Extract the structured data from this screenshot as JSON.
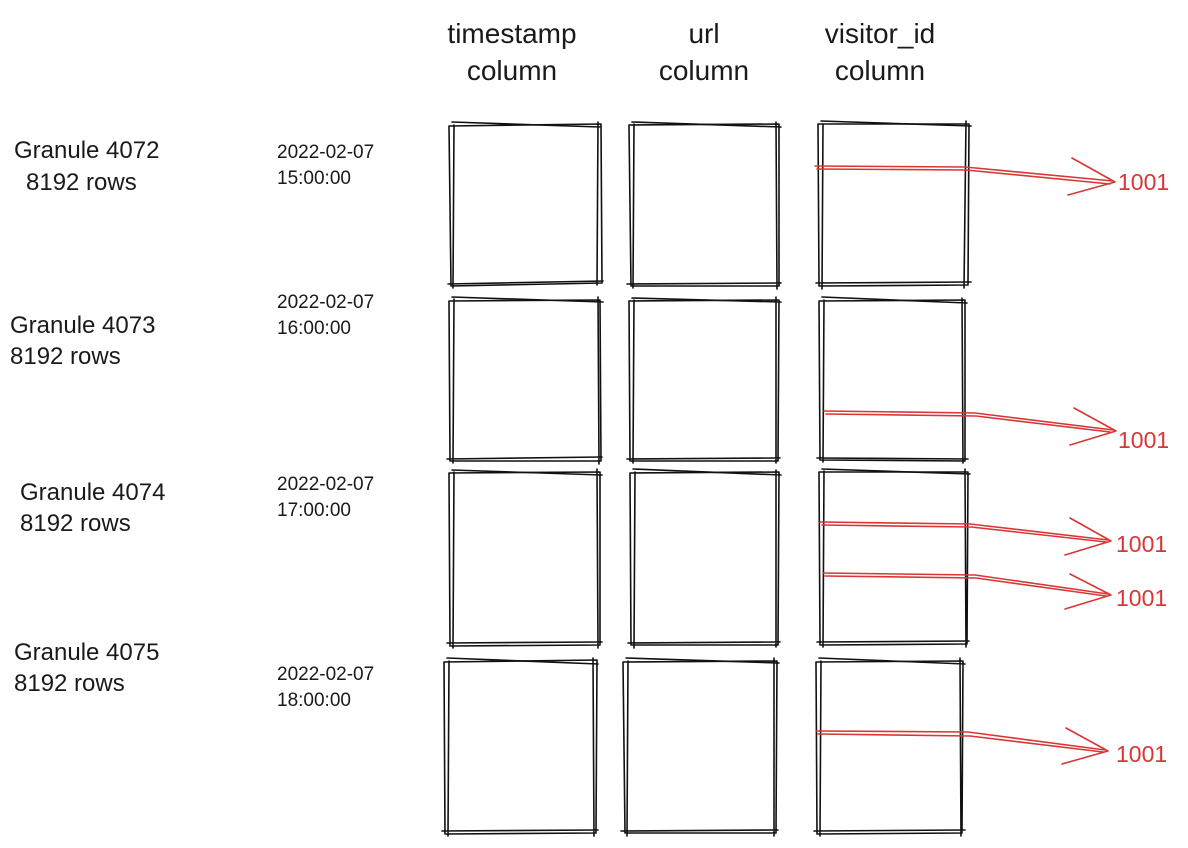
{
  "colors": {
    "ink": "#111111",
    "match": "#d93636",
    "background": "#ffffff"
  },
  "columns": [
    {
      "line1": "timestamp",
      "line2": "column"
    },
    {
      "line1": "url",
      "line2": "column"
    },
    {
      "line1": "visitor_id",
      "line2": "column"
    }
  ],
  "granules": [
    {
      "name": "Granule 4072",
      "rows": "8192 rows",
      "ts_date": "2022-02-07",
      "ts_time": "15:00:00",
      "matches": [
        "1001"
      ]
    },
    {
      "name": "Granule 4073",
      "rows": "8192 rows",
      "ts_date": "2022-02-07",
      "ts_time": "16:00:00",
      "matches": [
        "1001"
      ]
    },
    {
      "name": "Granule 4074",
      "rows": "8192 rows",
      "ts_date": "2022-02-07",
      "ts_time": "17:00:00",
      "matches": [
        "1001",
        "1001"
      ]
    },
    {
      "name": "Granule 4075",
      "rows": "8192 rows",
      "ts_date": "2022-02-07",
      "ts_time": "18:00:00",
      "matches": [
        "1001"
      ]
    }
  ]
}
